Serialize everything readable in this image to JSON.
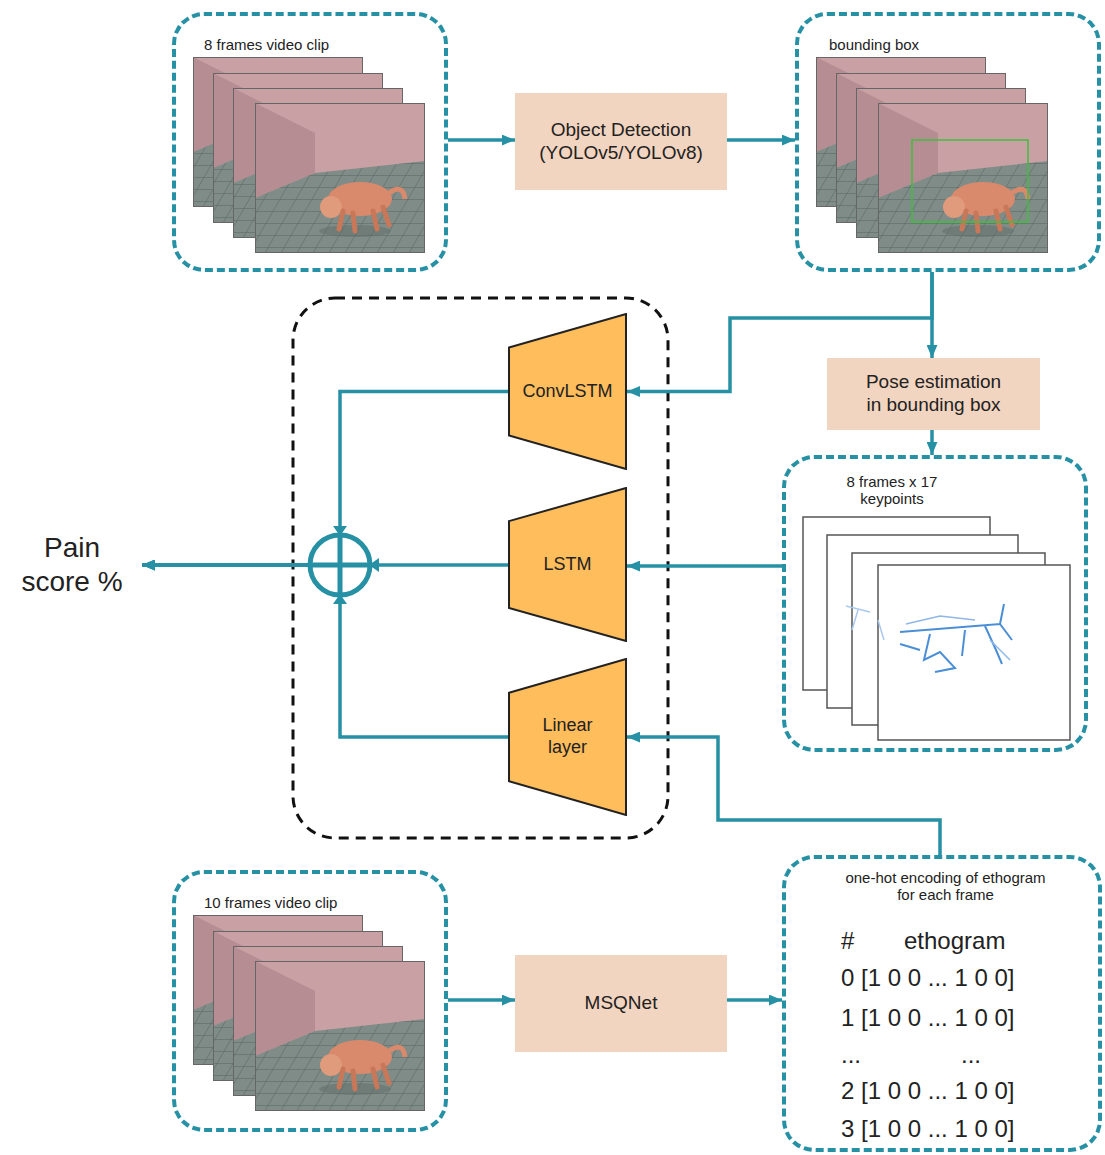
{
  "diagram": {
    "nodes": [
      {
        "text": [
          "8 frames video clip"
        ]
      },
      {
        "text": [
          "Object Detection (YOLOv5/YOLOv8)"
        ]
      },
      {
        "text": [
          "bounding box"
        ]
      },
      {
        "text": [
          "ConvLSTM"
        ]
      },
      {
        "text": [
          "Pose estimation in bounding box"
        ]
      },
      {
        "text": [
          "Pain score %"
        ]
      },
      {
        "text": [
          "LSTM"
        ]
      },
      {
        "text": [
          "8 frames x 17 keypoints"
        ]
      },
      {
        "text": [
          "Linear layer"
        ]
      },
      {
        "text": [
          "10 frames video clip"
        ]
      },
      {
        "text": [
          "MSQNet"
        ]
      },
      {
        "text": [
          "one-hot encoding of ethogram for each frame",
          "#",
          "ethogram",
          "0 [1 0 0 ... 1 0 0]",
          "1 [1 0 0 ... 1 0 0]",
          "...",
          "...",
          "2 [1 0 0 ... 1 0 0]",
          "3 [1 0 0 ... 1 0 0]"
        ]
      }
    ],
    "edges": [
      {
        "from": 0,
        "to": 1,
        "arrow": "to"
      },
      {
        "from": 1,
        "to": 2,
        "arrow": "to"
      },
      {
        "from": 2,
        "to": 3,
        "arrow": "to"
      },
      {
        "from": 2,
        "to": 4,
        "arrow": "to"
      },
      {
        "from": 4,
        "to": 7,
        "arrow": "to"
      },
      {
        "from": 7,
        "to": 6,
        "arrow": "to"
      },
      {
        "from": 3,
        "to": 5,
        "arrow": "to"
      },
      {
        "from": 6,
        "to": 5,
        "arrow": "to"
      },
      {
        "from": 8,
        "to": 5,
        "arrow": "to"
      },
      {
        "from": 11,
        "to": 8,
        "arrow": "to"
      },
      {
        "from": 9,
        "to": 10,
        "arrow": "to"
      },
      {
        "from": 10,
        "to": 11,
        "arrow": "to"
      }
    ]
  }
}
